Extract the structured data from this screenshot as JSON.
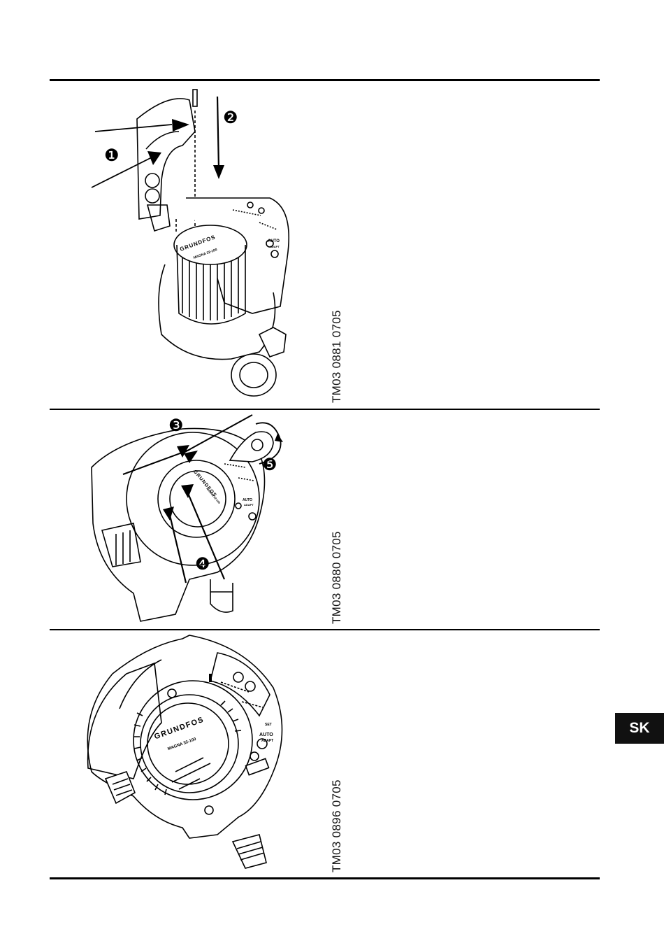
{
  "figures": [
    {
      "code": "TM03 0881 0705",
      "callouts": [
        "❶",
        "❷"
      ],
      "logo": "GRUNDFOS",
      "model": "MAGNA 32-100",
      "panel_labels": [
        "AUTO",
        "ADAPT"
      ]
    },
    {
      "code": "TM03 0880 0705",
      "callouts": [
        "❸",
        "❹",
        "❺"
      ],
      "logo": "GRUNDFOS",
      "model": "MAGNA 32-100",
      "panel_labels": [
        "AUTO",
        "ADAPT"
      ]
    },
    {
      "code": "TM03 0896 0705",
      "callouts": [],
      "logo": "GRUNDFOS",
      "model": "MAGNA 32-100",
      "panel_labels": [
        "SET",
        "AUTO",
        "ADAPT"
      ]
    }
  ],
  "language_tab": "SK"
}
